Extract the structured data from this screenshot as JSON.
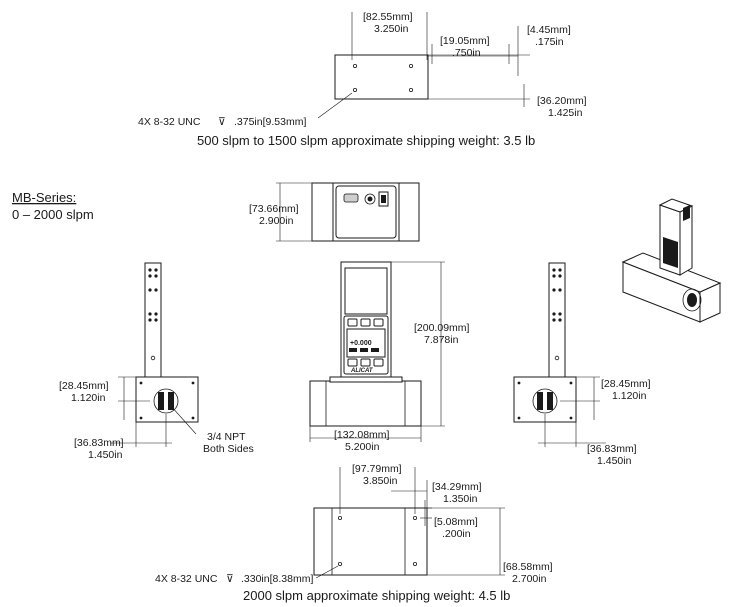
{
  "top_view": {
    "dims": {
      "width_mm": "[82.55mm]",
      "width_in": "3.250in",
      "port_mm": "[19.05mm]",
      "port_in": ".750in",
      "edge_mm": "[4.45mm]",
      "edge_in": ".175in",
      "depth_mm": "[36.20mm]",
      "depth_in": "1.425in"
    },
    "thread_note": "4X 8-32 UNC",
    "thread_symbol": "⊽",
    "thread_depth": ".375in[9.53mm]",
    "caption": "500 slpm to 1500 slpm approximate shipping weight: 3.5 lb"
  },
  "series": {
    "title": "MB-Series:",
    "range": "0 – 2000 slpm"
  },
  "rear_view": {
    "height_mm": "[73.66mm]",
    "height_in": "2.900in"
  },
  "front_view": {
    "height_mm": "[200.09mm]",
    "height_in": "7.878in",
    "width_mm": "[132.08mm]",
    "width_in": "5.200in",
    "display_value": "+0.000",
    "brand": "ALICAT"
  },
  "left_view": {
    "port_mm": "[28.45mm]",
    "port_in": "1.120in",
    "width_mm": "[36.83mm]",
    "width_in": "1.450in",
    "note_line1": "3/4 NPT",
    "note_line2": "Both Sides"
  },
  "right_view": {
    "port_mm": "[28.45mm]",
    "port_in": "1.120in",
    "width_mm": "[36.83mm]",
    "width_in": "1.450in"
  },
  "bottom_view": {
    "dims": {
      "width_mm": "[97.79mm]",
      "width_in": "3.850in",
      "port_mm": "[34.29mm]",
      "port_in": "1.350in",
      "edge_mm": "[5.08mm]",
      "edge_in": ".200in",
      "depth_mm": "[68.58mm]",
      "depth_in": "2.700in"
    },
    "thread_note": "4X 8-32 UNC",
    "thread_symbol": "⊽",
    "thread_depth": ".330in[8.38mm]",
    "caption": "2000 slpm approximate shipping weight: 4.5 lb"
  }
}
